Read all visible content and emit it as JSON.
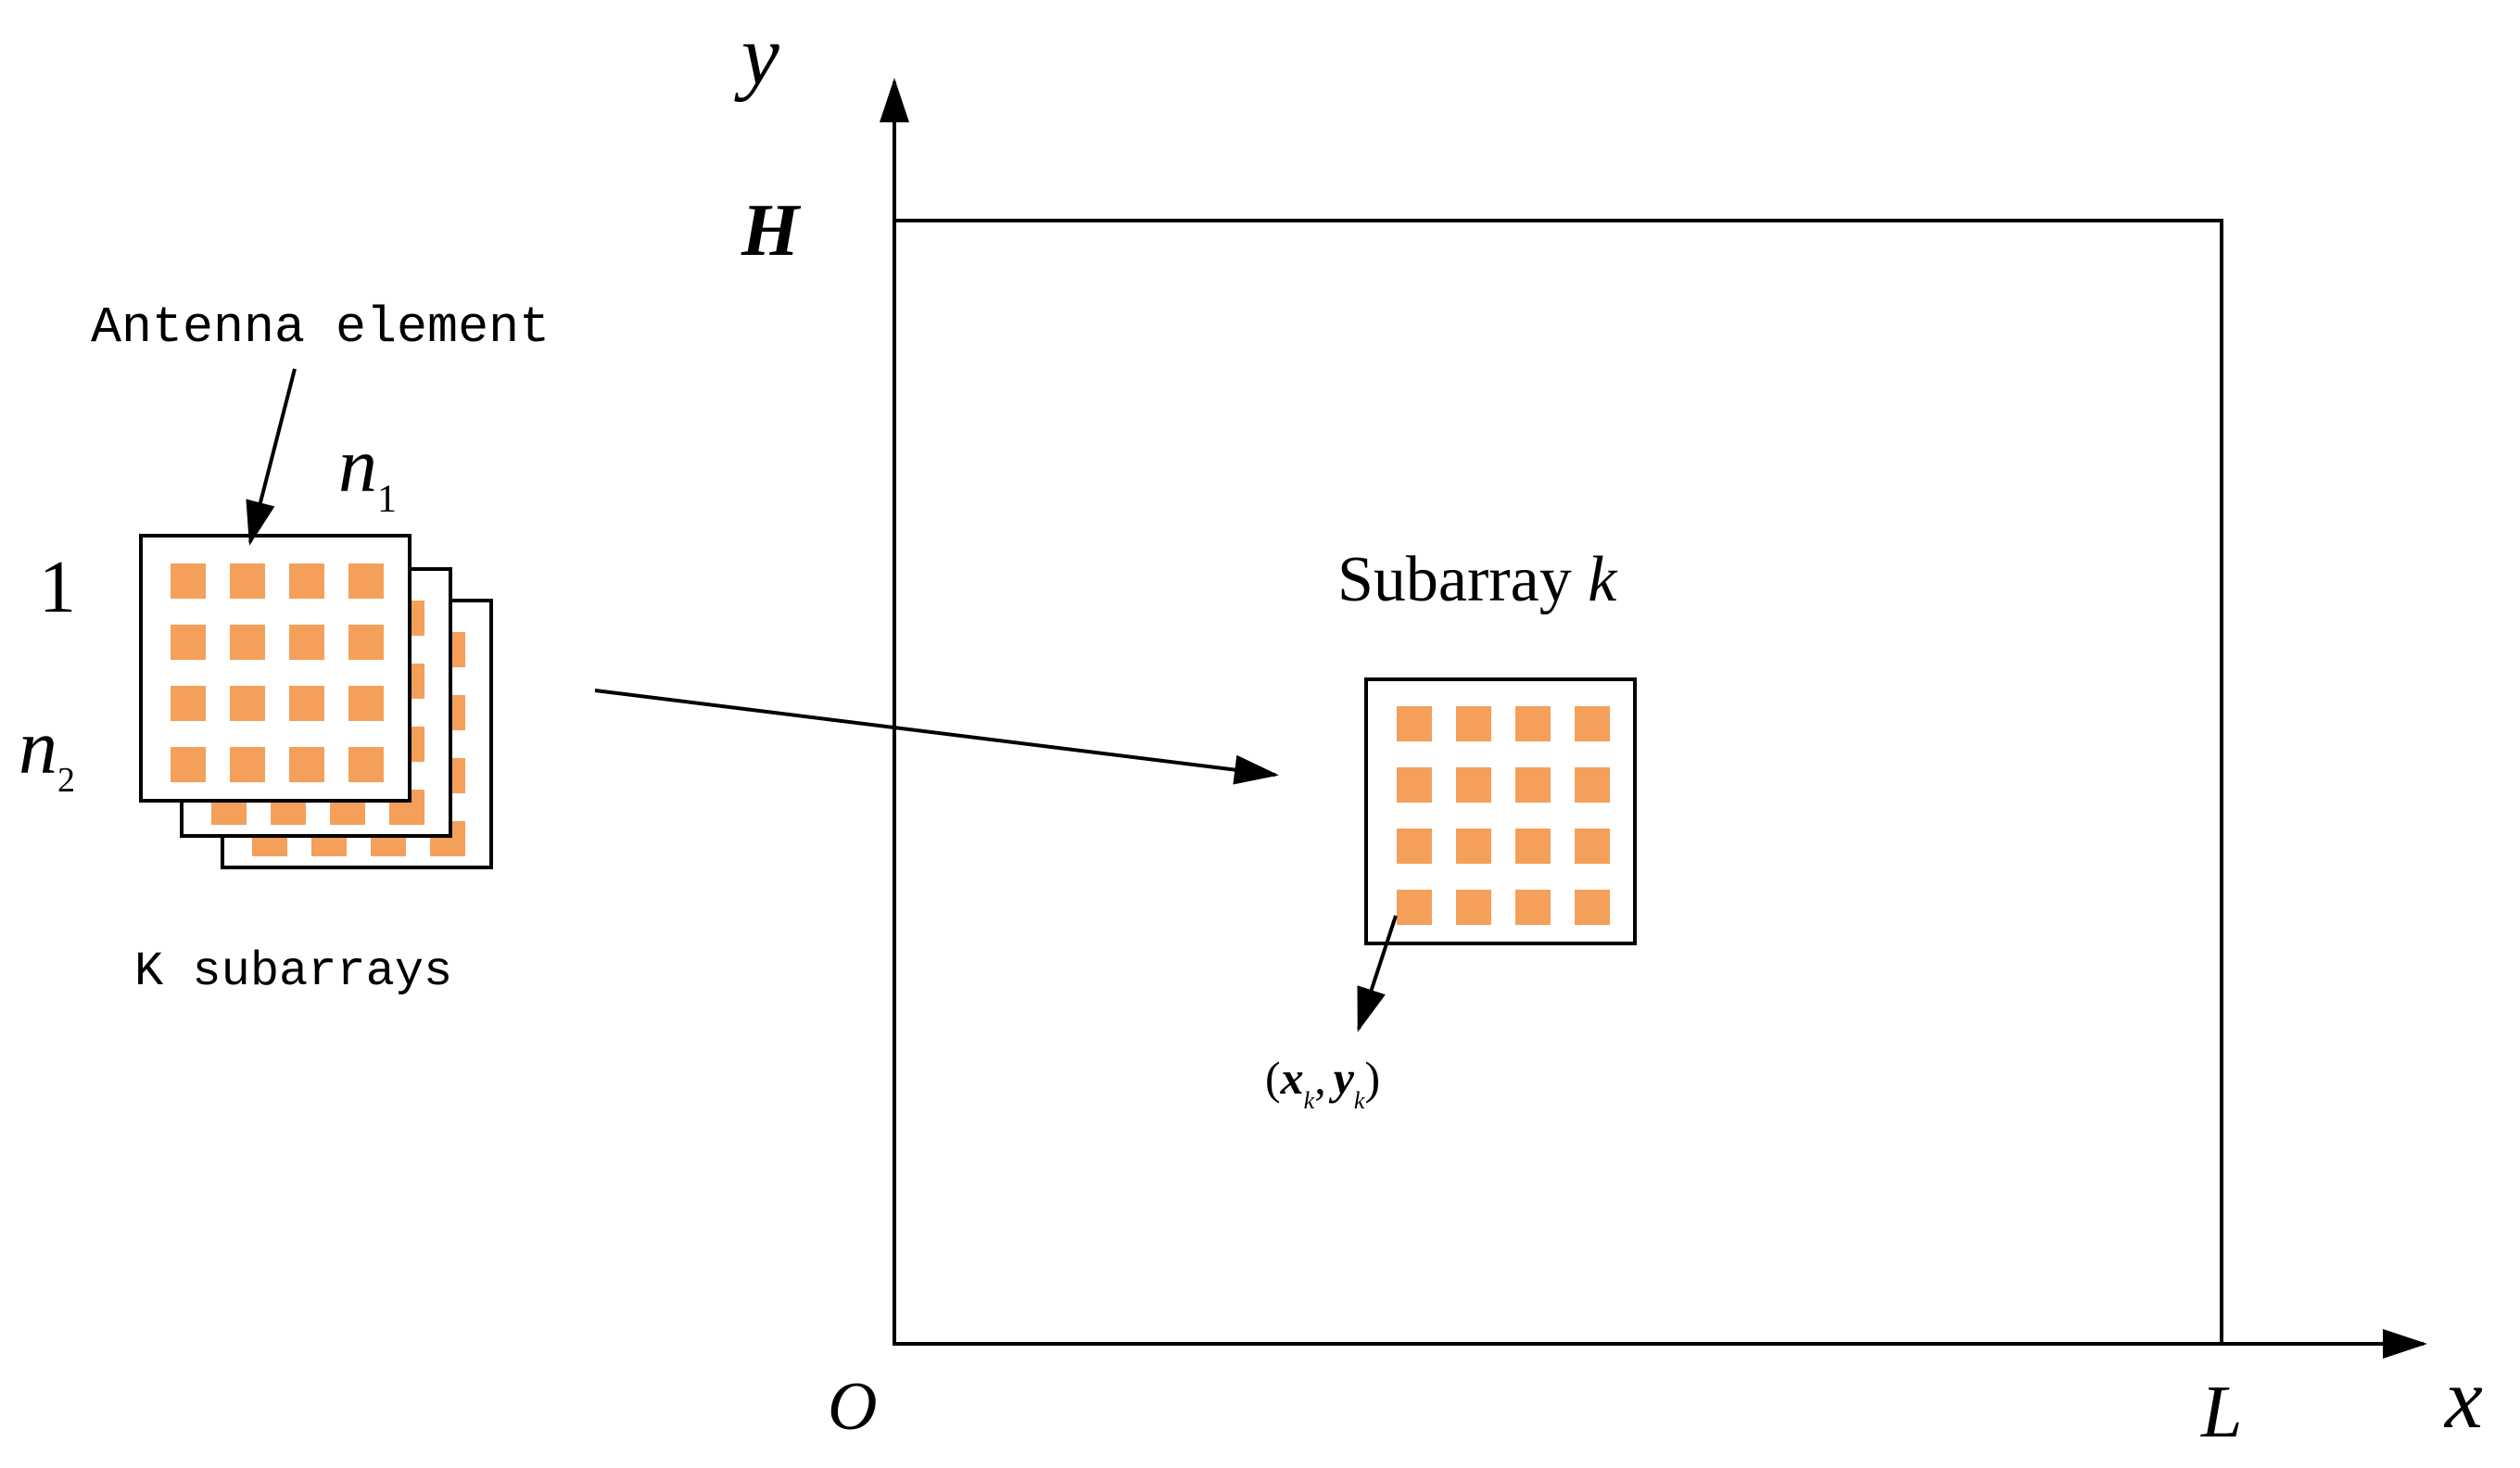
{
  "axes": {
    "y_label": "y",
    "x_label": "x",
    "origin_label": "O",
    "height_label": "H",
    "length_label": "L"
  },
  "left_stack": {
    "callout": "Antenna element",
    "col_label_main": "n",
    "col_label_sub": "1",
    "row_label_main": "n",
    "row_label_sub": "2",
    "first_index": "1",
    "caption": "K subarrays"
  },
  "subarray": {
    "title": "Subarray ",
    "title_var": "k",
    "coord_open": "(",
    "coord_x": "x",
    "coord_x_sub": "k",
    "coord_sep": ",",
    "coord_y": "y",
    "coord_y_sub": "k",
    "coord_close": ")"
  },
  "colors": {
    "element_fill": "#F4A05B",
    "line": "#000000"
  },
  "grid": {
    "rows": 4,
    "cols": 4
  }
}
